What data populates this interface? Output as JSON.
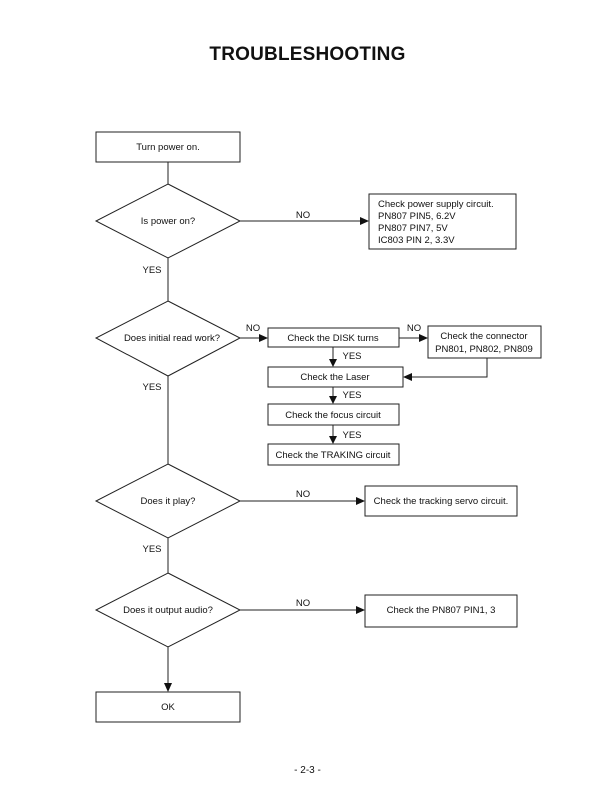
{
  "title": "TROUBLESHOOTING",
  "page_number": "- 2-3 -",
  "nodes": {
    "start": "Turn power on.",
    "power_on": "Is power on?",
    "check_power": [
      "Check power supply circuit.",
      "PN807 PIN5, 6.2V",
      "PN807 PIN7, 5V",
      "IC803 PIN 2, 3.3V"
    ],
    "initial_read": "Does initial read work?",
    "disk_turns": "Check the DISK turns",
    "connector": [
      "Check the connector",
      "PN801, PN802, PN809"
    ],
    "laser": "Check the Laser",
    "focus": "Check the focus circuit",
    "tracking": "Check the TRAKING circuit",
    "plays": "Does it play?",
    "tracking_servo": "Check the tracking servo circuit.",
    "audio": "Does it output audio?",
    "pn807": "Check the PN807 PIN1, 3",
    "ok": "OK"
  },
  "labels": {
    "no_power": "NO",
    "yes_power": "YES",
    "no_read": "NO",
    "no_disk": "NO",
    "yes_disk": "YES",
    "yes_read": "YES",
    "yes_laser": "YES",
    "yes_focus": "YES",
    "no_play": "NO",
    "yes_play": "YES",
    "no_audio": "NO"
  }
}
